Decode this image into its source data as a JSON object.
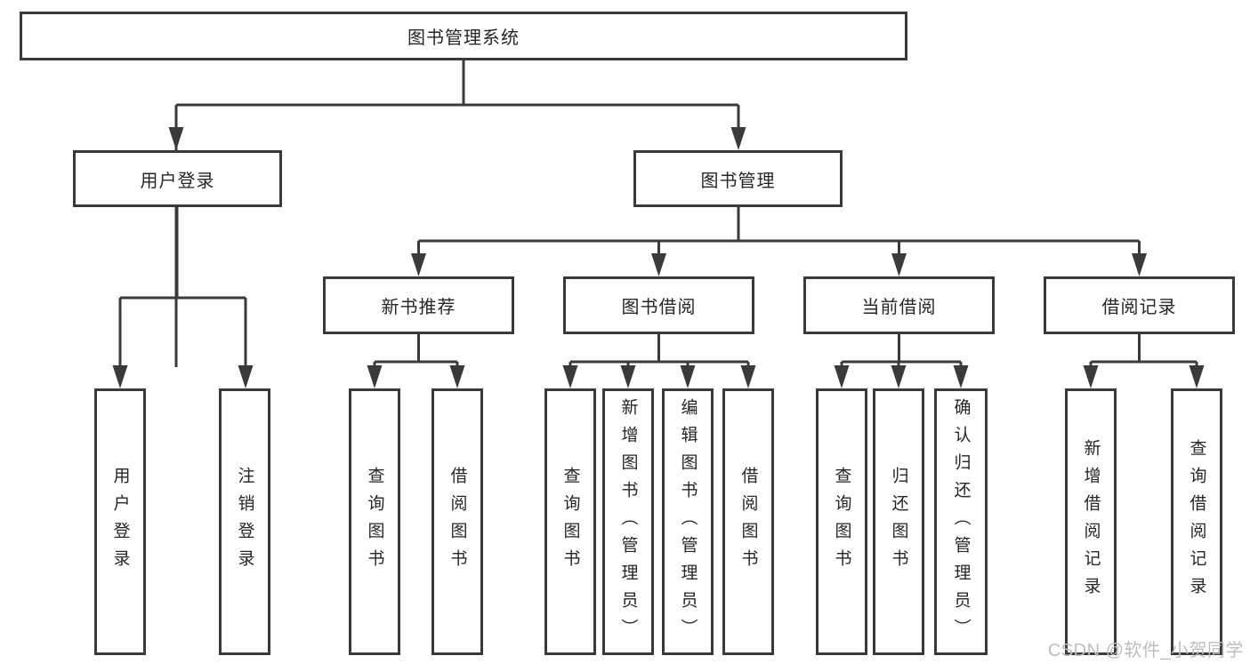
{
  "tree": {
    "root": "图书管理系统",
    "user_login": {
      "label": "用户登录",
      "leaves": [
        "用户登录",
        "注销登录"
      ]
    },
    "book_management": {
      "label": "图书管理",
      "groups": [
        {
          "label": "新书推荐",
          "leaves": [
            "查询图书",
            "借阅图书"
          ]
        },
        {
          "label": "图书借阅",
          "leaves": [
            "查询图书",
            "新增图书（管理员）",
            "编辑图书（管理员）",
            "借阅图书"
          ]
        },
        {
          "label": "当前借阅",
          "leaves": [
            "查询图书",
            "归还图书",
            "确认归还（管理员）"
          ]
        },
        {
          "label": "借阅记录",
          "leaves": [
            "新增借阅记录",
            "查询借阅记录"
          ]
        }
      ]
    }
  },
  "watermark": "CSDN @软件_小贺同学",
  "colors": {
    "line": "#3a3a3a",
    "text": "#262626",
    "background": "#ffffff",
    "watermark": "#bdbdbd"
  }
}
